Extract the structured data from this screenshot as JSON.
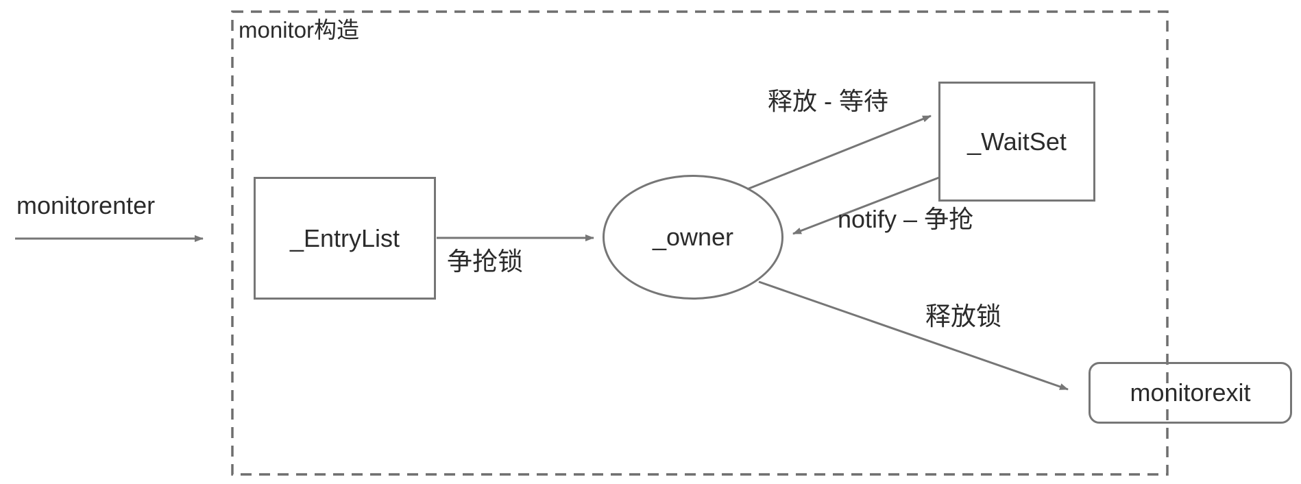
{
  "frame": {
    "title": "monitor构造"
  },
  "outside": {
    "enter_label": "monitorenter"
  },
  "nodes": {
    "entry_list": "_EntryList",
    "owner": "_owner",
    "wait_set": "_WaitSet",
    "monitor_exit": "monitorexit"
  },
  "edges": {
    "contend_lock": "争抢锁",
    "release_wait": "释放 - 等待",
    "notify_contend": "notify – 争抢",
    "release_lock": "释放锁"
  },
  "colors": {
    "line": "#767676",
    "text": "#2b2b2b",
    "background": "#ffffff"
  }
}
